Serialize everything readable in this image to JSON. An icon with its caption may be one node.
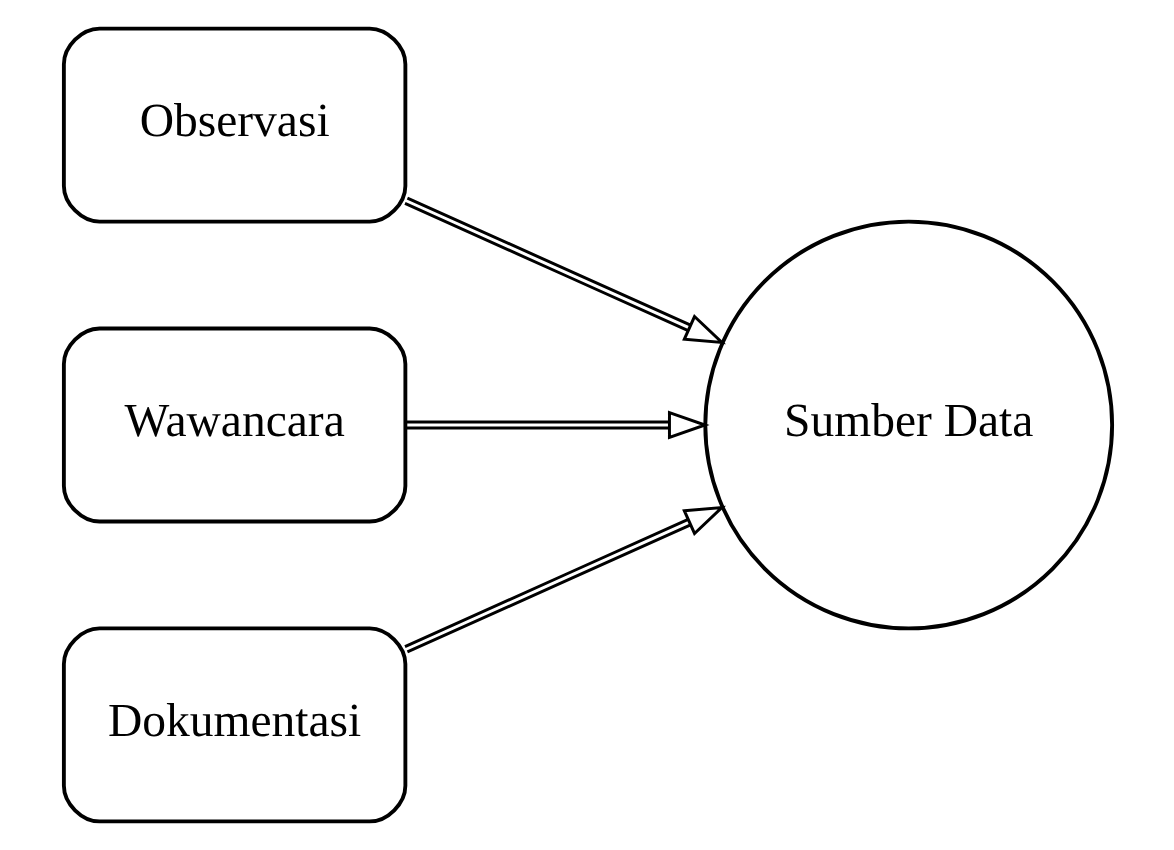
{
  "diagram": {
    "nodes": [
      {
        "text": [
          "Observasi"
        ]
      },
      {
        "text": [
          "Wawancara"
        ]
      },
      {
        "text": [
          "Dokumentasi"
        ]
      },
      {
        "text": [
          "Sumber Data"
        ]
      }
    ],
    "edges": [
      {
        "from": 0,
        "to": 3,
        "arrow": "to"
      },
      {
        "from": 1,
        "to": 3,
        "arrow": "to"
      },
      {
        "from": 2,
        "to": 3,
        "arrow": "to"
      }
    ]
  }
}
